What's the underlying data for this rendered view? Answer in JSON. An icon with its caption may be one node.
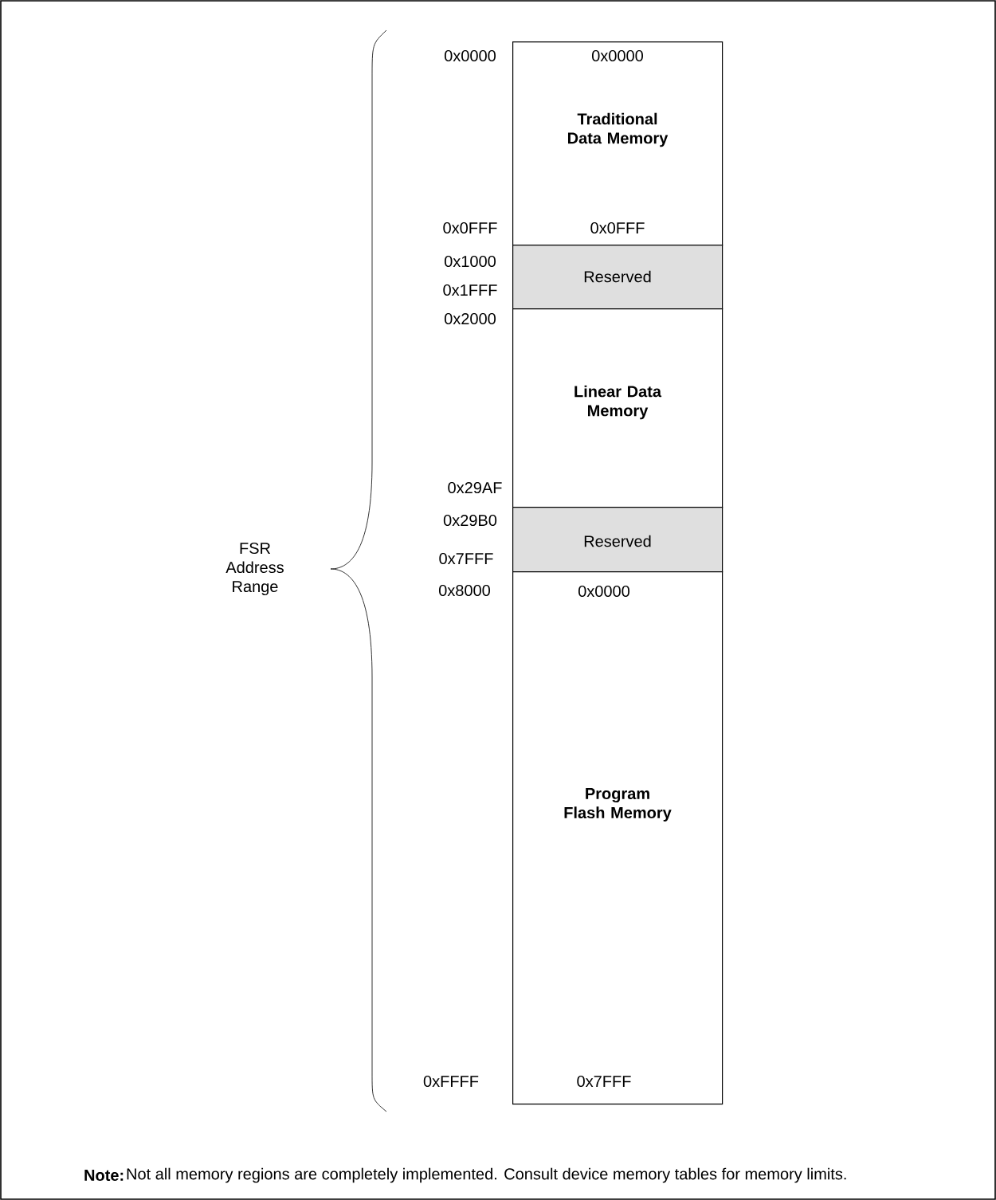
{
  "diagram": {
    "nodes": [
      {
        "text": [
          "0x0000",
          "Traditional Data Memory",
          "0x0FFF"
        ]
      },
      {
        "text": [
          "Reserved"
        ]
      },
      {
        "text": [
          "Linear Data Memory"
        ]
      },
      {
        "text": [
          "Reserved"
        ]
      },
      {
        "text": [
          "0x0000",
          "Program Flash Memory",
          "0x7FFF"
        ]
      }
    ],
    "labels": [
      "0x0000",
      "0x0FFF",
      "0x1000",
      "0x1FFF",
      "0x2000",
      "0x29AF",
      "0x29B0",
      "0x7FFF",
      "0x8000",
      "0xFFFF",
      "FSR Address Range",
      "Note:",
      "Not all memory regions are completely implemented. Consult device memory tables for memory limits."
    ]
  }
}
